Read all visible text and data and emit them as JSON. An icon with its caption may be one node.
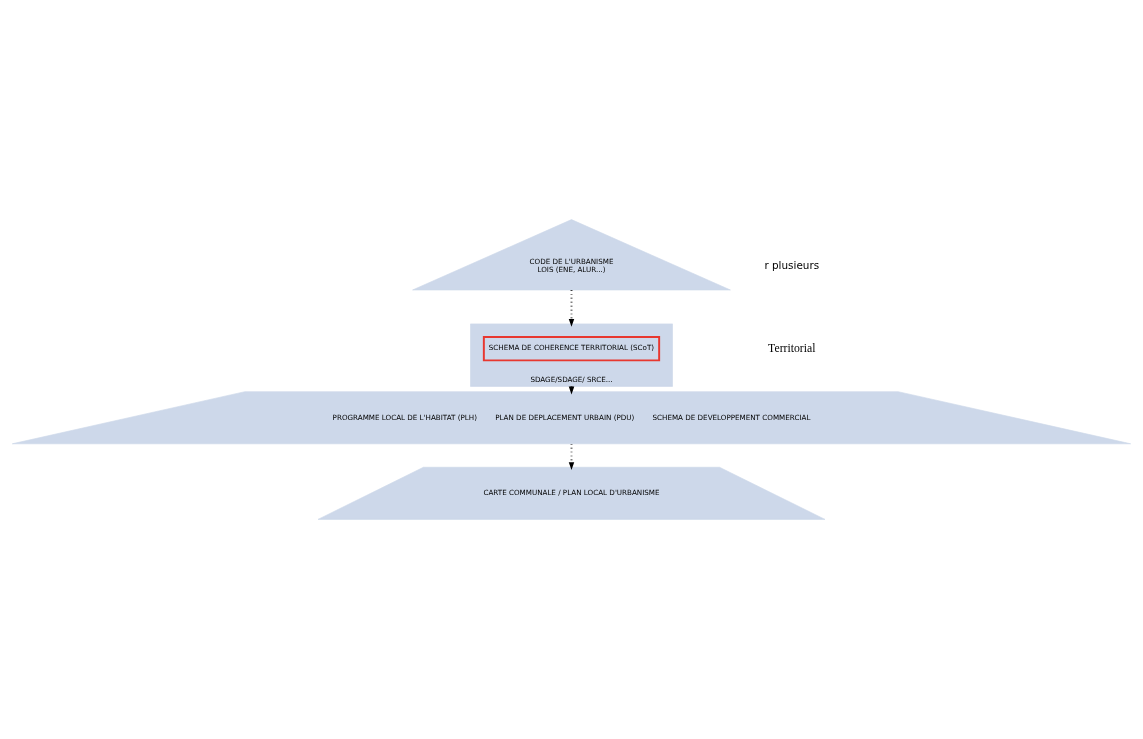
{
  "diagram": {
    "nodes": [
      {
        "text": [
          "CODE DE L'URBANISME",
          "LOIS (ENE, ALUR...)"
        ]
      },
      {
        "text": [
          "SDAGE/SDAGE/ SRCE..."
        ]
      },
      {
        "text": [
          "SCHEMA DE COHERENCE TERRITORIAL (SCoT)"
        ],
        "in": 1
      },
      {
        "text": [
          "PROGRAMME LOCAL DE L'HABITAT (PLH)",
          "PLAN DE DEPLACEMENT URBAIN (PDU)",
          "SCHEMA DE DEVELOPPEMENT COMMERCIAL"
        ]
      },
      {
        "text": [
          "CARTE COMMUNALE / PLAN LOCAL D'URBANISME"
        ]
      }
    ],
    "edges": [
      {
        "from": 0,
        "to": 1,
        "arrow": "to",
        "style": "dashed"
      },
      {
        "from": 1,
        "to": 3,
        "arrow": "to",
        "style": "dashed"
      },
      {
        "from": 3,
        "to": 4,
        "arrow": "to",
        "style": "dashed"
      }
    ],
    "labels": [
      "r plusieurs",
      "Territorial"
    ]
  }
}
